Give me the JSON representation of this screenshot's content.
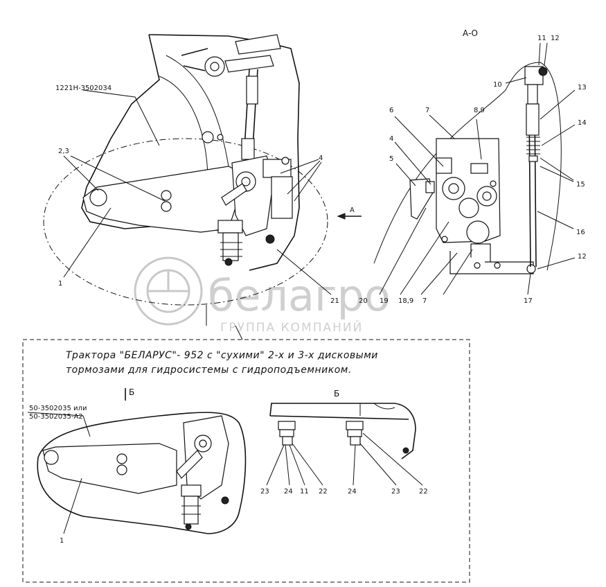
{
  "drawing": {
    "part_codes": {
      "main_bracket": "1221Н-3502034",
      "bracket_alt_line1": "50-3502035 или",
      "bracket_alt_line2": "50-3502035-А2"
    },
    "view_labels": {
      "view_a_title": "А-О",
      "view_a_arrow": "А",
      "section_b_left": "Б",
      "section_b_right": "Б"
    },
    "callouts_main": {
      "c1": "1",
      "c23": "2,3",
      "c4": "4",
      "c21": "21"
    },
    "callouts_view_a": {
      "c4": "4",
      "c5": "5",
      "c6": "6",
      "c7a": "7",
      "c89": "8,9",
      "c10": "10",
      "c11": "11",
      "c12a": "12",
      "c13": "13",
      "c14": "14",
      "c15": "15",
      "c16": "16",
      "c12b": "12",
      "c17": "17",
      "c7b": "7",
      "c189": "18,9",
      "c19": "19",
      "c20": "20"
    },
    "callouts_bottom_left": {
      "c1": "1"
    },
    "callouts_section_b": {
      "c23a": "23",
      "c24a": "24",
      "c11": "11",
      "c22a": "22",
      "c24b": "24",
      "c23b": "23",
      "c22b": "22"
    },
    "caption": {
      "line1": "Трактора \"БЕЛАРУС\"- 952 с \"сухими\" 2-х и 3-х дисковыми",
      "line2": "тормозами для гидросистемы с гидроподъемником."
    },
    "watermark": {
      "brand": "белагро",
      "subtitle": "ГРУППА КОМПАНИЙ"
    }
  }
}
